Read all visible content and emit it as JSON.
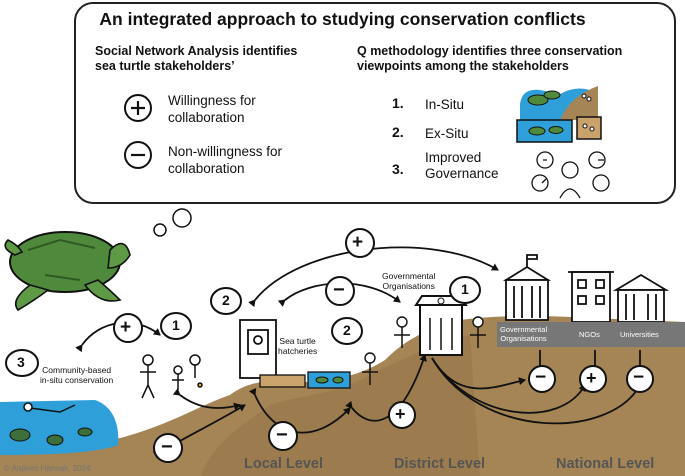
{
  "title": "An integrated approach to studying conservation conflicts",
  "sna_heading": [
    "Social Network Analysis identifies",
    "sea turtle stakeholders’"
  ],
  "q_heading": [
    "Q methodology identifies three conservation",
    "viewpoints among the stakeholders"
  ],
  "legend": {
    "plus": {
      "symbol": "+",
      "label": [
        "Willingness for",
        "collaboration"
      ]
    },
    "minus": {
      "symbol": "−",
      "label": [
        "Non-willingness for",
        "collaboration"
      ]
    }
  },
  "viewpoints": [
    {
      "number": "1.",
      "label": [
        "In-Situ"
      ]
    },
    {
      "number": "2.",
      "label": [
        "Ex-Situ"
      ]
    },
    {
      "number": "3.",
      "label": [
        "Improved",
        "Governance"
      ]
    }
  ],
  "stakeholders": {
    "community": [
      "Community-based",
      "in-situ conservation"
    ],
    "hatcheries": [
      "Sea turtle",
      "hatcheries"
    ],
    "gov_district": [
      "Governmental",
      "Organisations"
    ],
    "gov_national": [
      "Governmental",
      "Organisations"
    ],
    "ngos": "NGOs",
    "universities": "Universities"
  },
  "bubbles": {
    "community": "3",
    "local_person": "1",
    "kiosk": "2",
    "hatchery": "2",
    "district": "1"
  },
  "links": {
    "top_plus": "+",
    "top_minus": "−",
    "local_plus": "+",
    "district_plus": "+",
    "bottom_minus_left": "−",
    "bottom_minus_mid": "−",
    "national_minus_1": "−",
    "national_plus": "+",
    "national_minus_2": "−"
  },
  "levels": [
    "Local Level",
    "District Level",
    "National Level"
  ],
  "credit": "© Anjleen Hannak, 2024.",
  "colors": {
    "ground": "#a58555",
    "water": "#2e9fd8",
    "turtle": "#4f8a3c",
    "label_bar": "#777777"
  }
}
